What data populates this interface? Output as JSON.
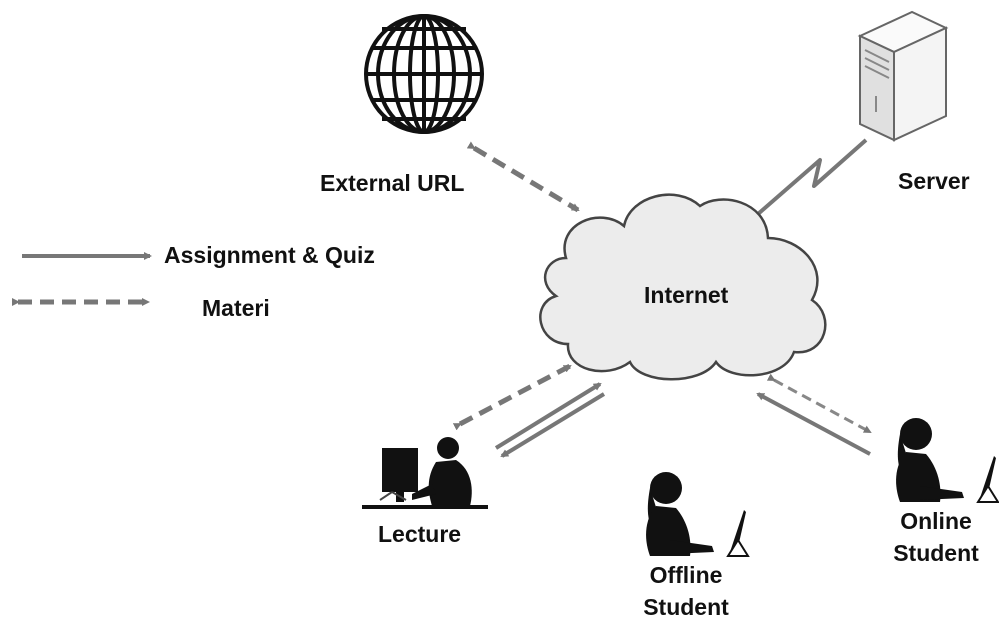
{
  "nodes": {
    "external_url": {
      "label": "External URL",
      "icon": "globe-icon"
    },
    "server": {
      "label": "Server",
      "icon": "server-icon"
    },
    "internet": {
      "label": "Internet",
      "icon": "cloud-icon"
    },
    "lecture": {
      "label": "Lecture",
      "icon": "lecturer-at-computer-icon"
    },
    "offline_student": {
      "label_line1": "Offline",
      "label_line2": "Student",
      "icon": "student-laptop-icon"
    },
    "online_student": {
      "label_line1": "Online",
      "label_line2": "Student",
      "icon": "student-laptop-icon"
    }
  },
  "legend": {
    "solid": {
      "label": "Assignment & Quiz"
    },
    "dashed": {
      "label": "Materi"
    }
  },
  "colors": {
    "arrow": "#777777",
    "cloud_fill": "#ececec",
    "cloud_stroke": "#444444",
    "silhouette": "#111111",
    "server_body": "#f2f2f2",
    "server_stroke": "#666666"
  }
}
